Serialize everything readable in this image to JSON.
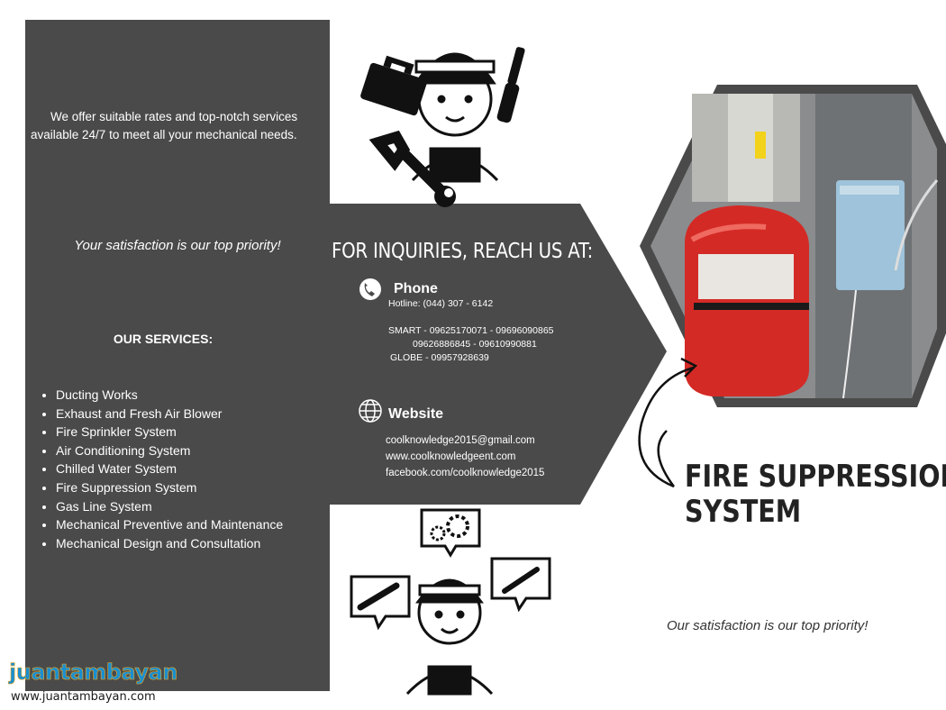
{
  "intro": "We offer suitable rates and top-notch services available 24/7 to meet all your mechanical needs.",
  "priority_left": "Your  satisfaction is our top priority!",
  "services": {
    "heading": "OUR SERVICES:",
    "items": [
      "Ducting Works",
      "Exhaust and Fresh Air Blower",
      "Fire Sprinkler System",
      "Air Conditioning System",
      "Chilled Water System",
      "Fire Suppression System",
      "Gas Line System",
      "Mechanical Preventive and Maintenance",
      "Mechanical Design and Consultation"
    ]
  },
  "contact": {
    "title": "FOR INQUIRIES, REACH US AT:",
    "phone_label": "Phone",
    "hotline": "Hotline: (044) 307 - 6142",
    "smart_1": "SMART - 09625170071 - 09696090865",
    "smart_2": "09626886845 - 09610990881",
    "globe": "GLOBE - 09957928639",
    "website_label": "Website",
    "email": "coolknowledge2015@gmail.com",
    "site": "www.coolknowledgeent.com",
    "facebook": "facebook.com/coolknowledge2015"
  },
  "product": {
    "title_line1": "FIRE SUPPRESSION",
    "title_line2": "SYSTEM",
    "priority": "Our satisfaction is our top priority!"
  },
  "watermark": {
    "logo_text": "juantambayan",
    "url": "www.juantambayan.com"
  },
  "colors": {
    "panel": "#4a4a4a",
    "extinguisher": "#d42a26",
    "hexagon_border": "#4a4a4a"
  },
  "icons": [
    "phone-icon",
    "globe-icon",
    "toolbox-icon",
    "wrench-icon",
    "screwdriver-icon",
    "gear-icon",
    "worker-icon",
    "arrow-icon"
  ]
}
